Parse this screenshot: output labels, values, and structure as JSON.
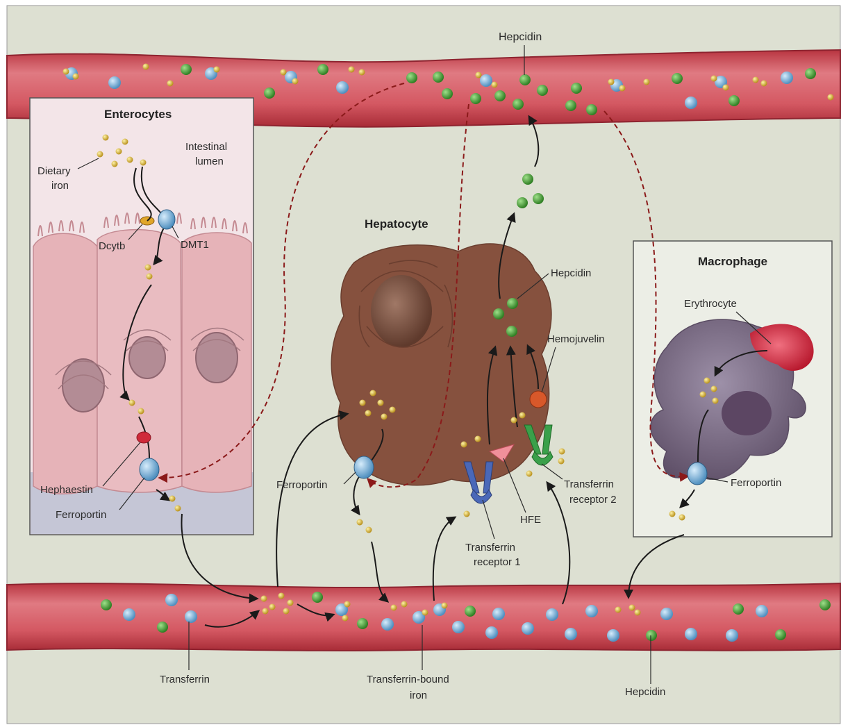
{
  "figure": {
    "panels": {
      "enterocytes": {
        "title": "Enterocytes"
      },
      "hepatocyte": {
        "title": "Hepatocyte"
      },
      "macrophage": {
        "title": "Macrophage"
      }
    },
    "labels": {
      "intestinal_lumen": [
        "Intestinal",
        "lumen"
      ],
      "dietary_iron": [
        "Dietary",
        "iron"
      ],
      "dcytb": "Dcytb",
      "dmt1": "DMT1",
      "hephaestin": "Hephaestin",
      "ferroportin_enterocyte": "Ferroportin",
      "ferroportin_hepatocyte": "Ferroportin",
      "ferroportin_macrophage": "Ferroportin",
      "hepcidin_top": "Hepcidin",
      "hepcidin_cell": "Hepcidin",
      "hepcidin_bottom": "Hepcidin",
      "hemojuvelin": "Hemojuvelin",
      "hfe": "HFE",
      "transferrin_receptor_1": [
        "Transferrin",
        "receptor 1"
      ],
      "transferrin_receptor_2": [
        "Transferrin",
        "receptor 2"
      ],
      "erythrocyte": "Erythrocyte",
      "transferrin": "Transferrin",
      "transferrin_bound_iron": [
        "Transferrin-bound",
        "iron"
      ]
    },
    "colors": {
      "background": "#dfe2d5",
      "vessel": "#c8424b",
      "vessel_highlight": "#e0707a",
      "enterocyte": "#e6b3b8",
      "hepatocyte": "#8a5540",
      "macrophage": "#7d6e86",
      "erythrocyte": "#d63347",
      "hepcidin": "#3e9a2f",
      "iron": "#e3c23a",
      "transferrin": "#7fb4db",
      "regulatory_path": "#8b1a1a"
    }
  }
}
